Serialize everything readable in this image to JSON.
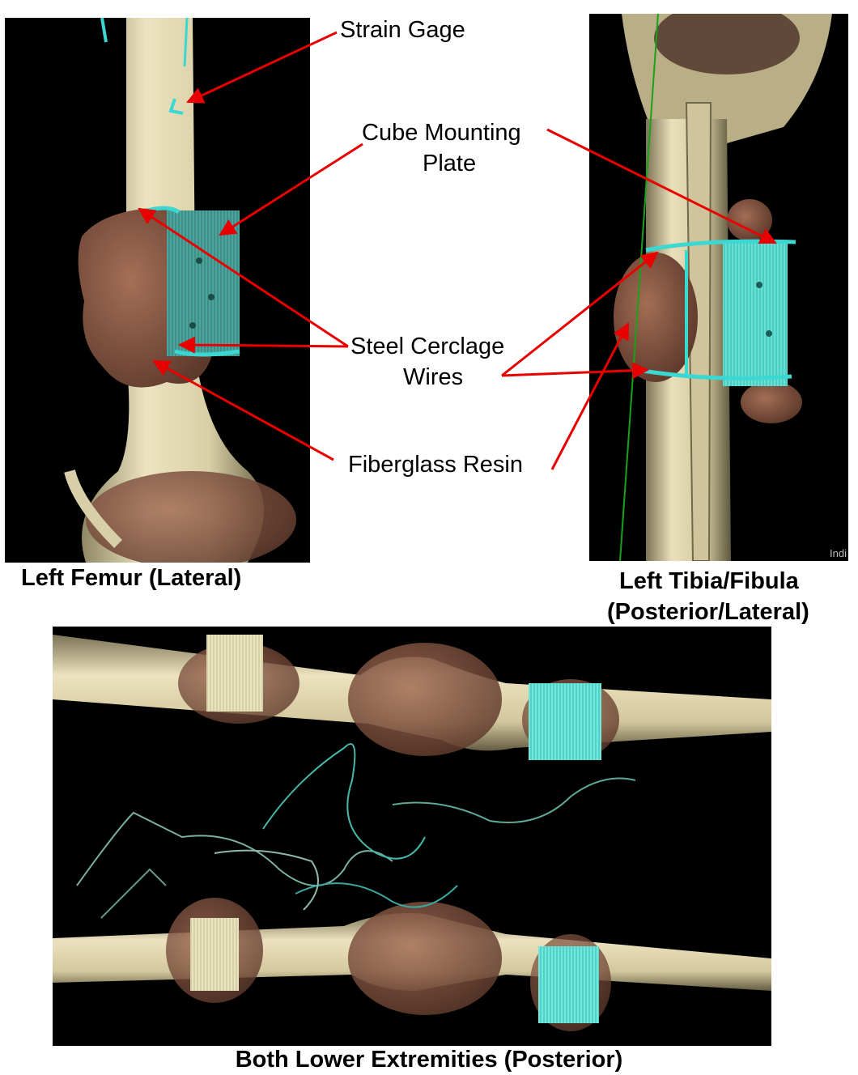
{
  "labels": {
    "strain_gage": "Strain Gage",
    "cube_mounting_plate_line1": "Cube Mounting",
    "cube_mounting_plate_line2": "Plate",
    "steel_cerclage_line1": "Steel Cerclage",
    "steel_cerclage_line2": "Wires",
    "fiberglass_resin": "Fiberglass Resin"
  },
  "captions": {
    "femur": "Left Femur (Lateral)",
    "tibia_line1": "Left Tibia/Fibula",
    "tibia_line2": "(Posterior/Lateral)",
    "both": "Both Lower Extremities (Posterior)"
  },
  "watermark": "Indi",
  "colors": {
    "arrow": "#e80000",
    "bone": "#e6dcb4",
    "tissue": "#8a5a48",
    "plate": "#38c8c0",
    "background": "#000000"
  }
}
